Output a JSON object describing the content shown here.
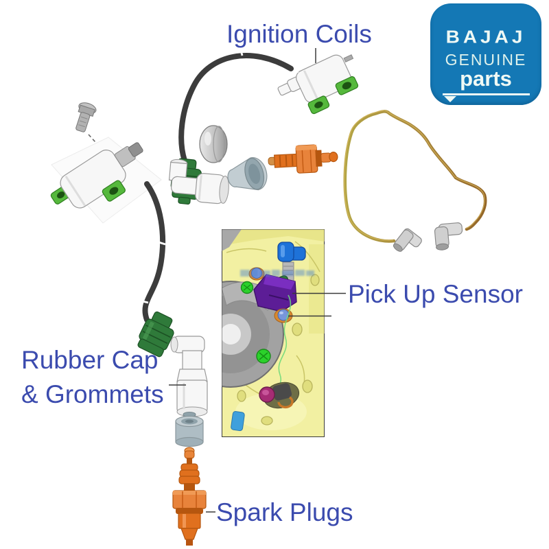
{
  "labels": {
    "ignition_coils": "Ignition Coils",
    "pick_up_sensor": "Pick Up Sensor",
    "rubber_cap_line1": "Rubber Cap",
    "rubber_cap_line2": "& Grommets",
    "spark_plugs": "Spark Plugs"
  },
  "logo": {
    "brand": "BAJAJ",
    "genuine": "GENUINE",
    "parts": "parts"
  },
  "colors": {
    "label_text": "#3B4BAE",
    "callout_line": "#3A3A3A",
    "logo_bg": "#1478B5",
    "logo_text": "#EFF9F5",
    "cable_black": "#3C3C3C",
    "coil_tab_green": "#55B83C",
    "cap_dark_green": "#2F7A3A",
    "spark_plug_orange": "#E0701E",
    "spark_plug_dark": "#B5560F",
    "ht_wire_brown": "#A98A3C",
    "engine_yellow": "#F2F0A2",
    "flywheel_gray": "#A2A2A2",
    "sensor_purple": "#5C1D96",
    "connector_blue": "#1E72D8",
    "bolt_blue": "#7796DB",
    "washer_orange": "#D8892F",
    "knob_magenta": "#A62C74",
    "screw_green": "#2BD12B",
    "engine_tab_blue": "#3FA0DC"
  }
}
